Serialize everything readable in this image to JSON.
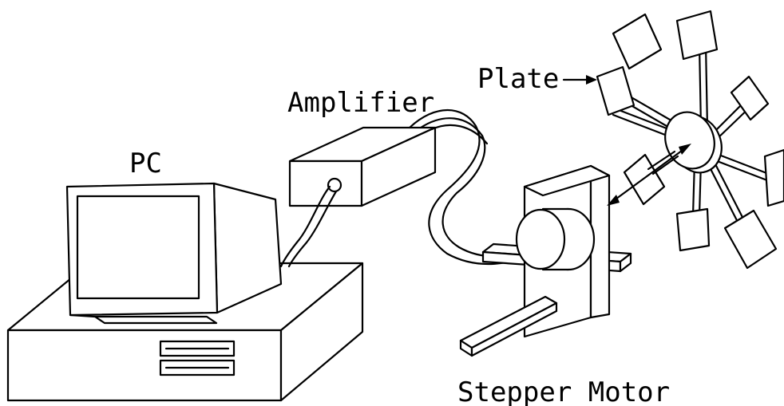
{
  "diagram": {
    "labels": {
      "pc": "PC",
      "amplifier": "Amplifier",
      "plate": "Plate",
      "stepper_motor": "Stepper Motor"
    },
    "line_color": "#000000",
    "background_color": "#ffffff"
  }
}
